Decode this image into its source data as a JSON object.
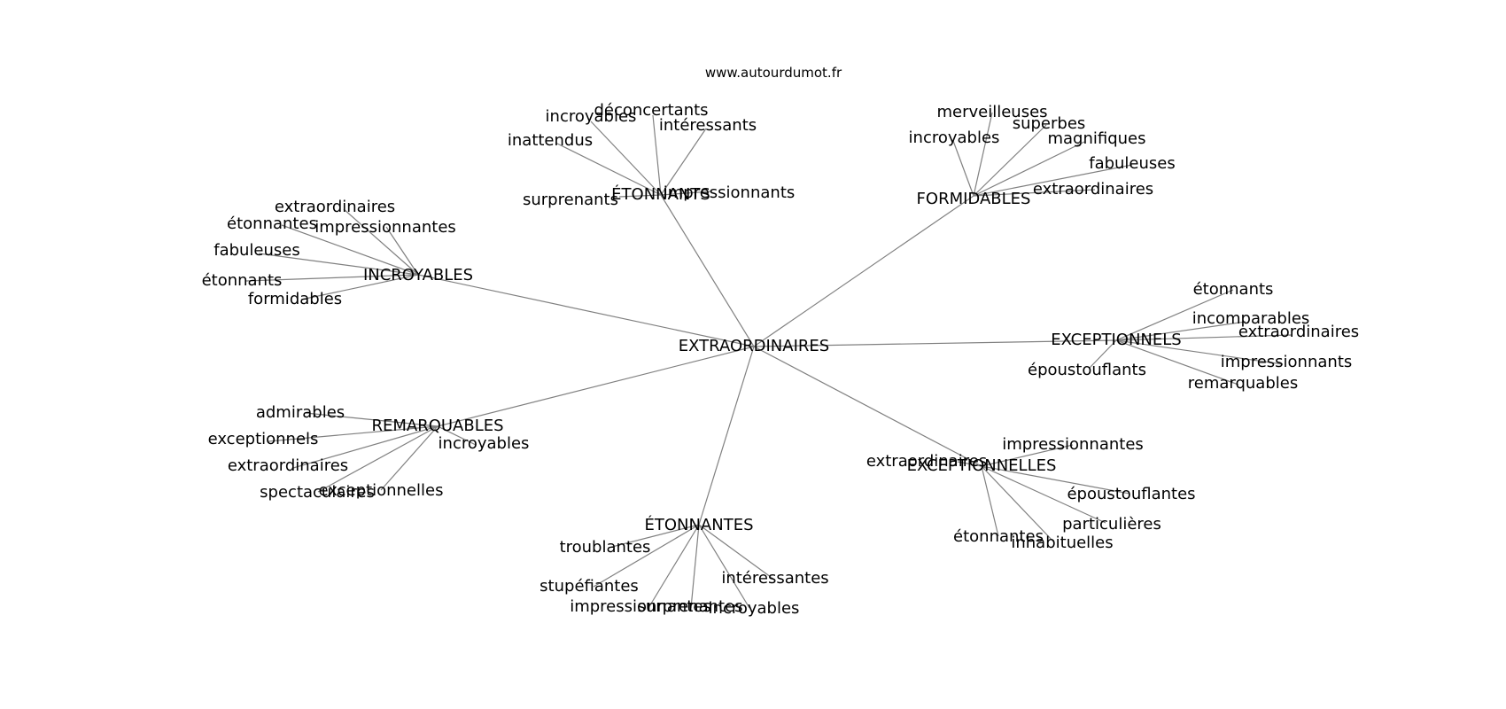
{
  "watermark": "www.autourdumot.fr",
  "center": "EXTRAORDINAIRES",
  "clusters": [
    {
      "label": "ÉTONNANTS",
      "leaves": [
        "déconcertants",
        "incroyables",
        "intéressants",
        "inattendus",
        "surprenants",
        "impressionnants"
      ]
    },
    {
      "label": "FORMIDABLES",
      "leaves": [
        "merveilleuses",
        "superbes",
        "incroyables",
        "magnifiques",
        "fabuleuses",
        "extraordinaires"
      ]
    },
    {
      "label": "INCROYABLES",
      "leaves": [
        "extraordinaires",
        "étonnantes",
        "impressionnantes",
        "fabuleuses",
        "étonnants",
        "formidables"
      ]
    },
    {
      "label": "EXCEPTIONNELS",
      "leaves": [
        "étonnants",
        "incomparables",
        "extraordinaires",
        "impressionnants",
        "époustouflants",
        "remarquables"
      ]
    },
    {
      "label": "REMARQUABLES",
      "leaves": [
        "admirables",
        "exceptionnels",
        "incroyables",
        "extraordinaires",
        "spectaculaires",
        "exceptionnelles"
      ]
    },
    {
      "label": "EXCEPTIONNELLES",
      "leaves": [
        "impressionnantes",
        "extraordinaires",
        "époustouflantes",
        "particulières",
        "étonnantes",
        "inhabituelles"
      ]
    },
    {
      "label": "ÉTONNANTES",
      "leaves": [
        "troublantes",
        "stupéfiantes",
        "intéressantes",
        "impressionnantes",
        "surprenantes",
        "incroyables"
      ]
    }
  ]
}
